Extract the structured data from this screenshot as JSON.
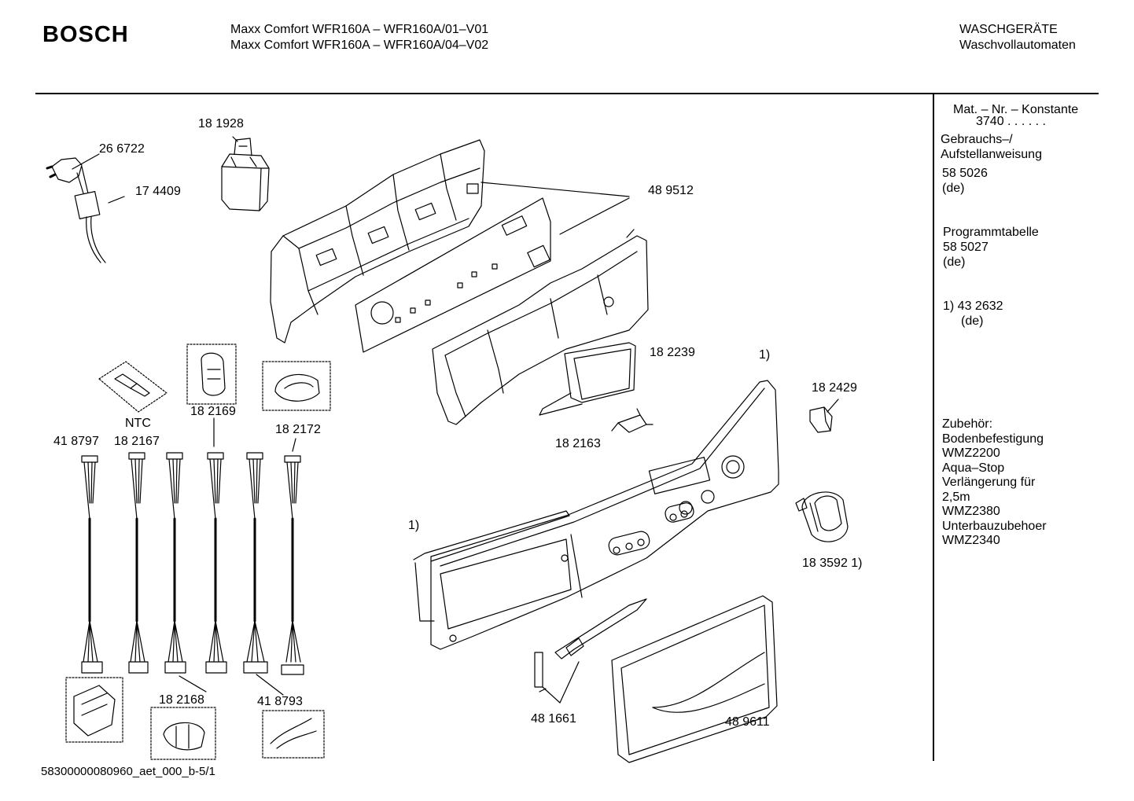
{
  "header": {
    "brand": "BOSCH",
    "model_line_1": "Maxx Comfort WFR160A – WFR160A/01–V01",
    "model_line_2": "Maxx Comfort WFR160A – WFR160A/04–V02",
    "category_1": "WASCHGERÄTE",
    "category_2": "Waschvollautomaten"
  },
  "sidebar": {
    "mat_title": "Mat. – Nr. – Konstante",
    "mat_value": "3740 . . . . . .",
    "manual_label_1": "Gebrauchs–/",
    "manual_label_2": "Aufstellanweisung",
    "manual_number": "58 5026",
    "manual_lang": "(de)",
    "program_label": "Programmtabelle",
    "program_number": "58 5027",
    "program_lang": "(de)",
    "note_number": "1)  43 2632",
    "note_lang": "(de)",
    "accessories": [
      "Zubehör:",
      "Bodenbefestigung",
      "WMZ2200",
      "Aqua–Stop",
      "Verlängerung für",
      "2,5m",
      "WMZ2380",
      "Unterbauzubehoer",
      "WMZ2340"
    ]
  },
  "parts": {
    "p266722": "26 6722",
    "p174409": "17 4409",
    "p181928": "18 1928",
    "p489512": "48 9512",
    "p182239": "18 2239",
    "note_top": "1)",
    "p182429": "18 2429",
    "p182163": "18 2163",
    "p182169": "18 2169",
    "ntc": "NTC",
    "p182172": "18 2172",
    "p418797": "41 8797",
    "p182167": "18 2167",
    "note_left": "1)",
    "p183592": "18 3592 1)",
    "p182168": "18 2168",
    "p418793": "41 8793",
    "p481661": "48 1661",
    "p489611": "48 9611"
  },
  "footer": {
    "code": "58300000080960_aet_000_b-5/1"
  }
}
